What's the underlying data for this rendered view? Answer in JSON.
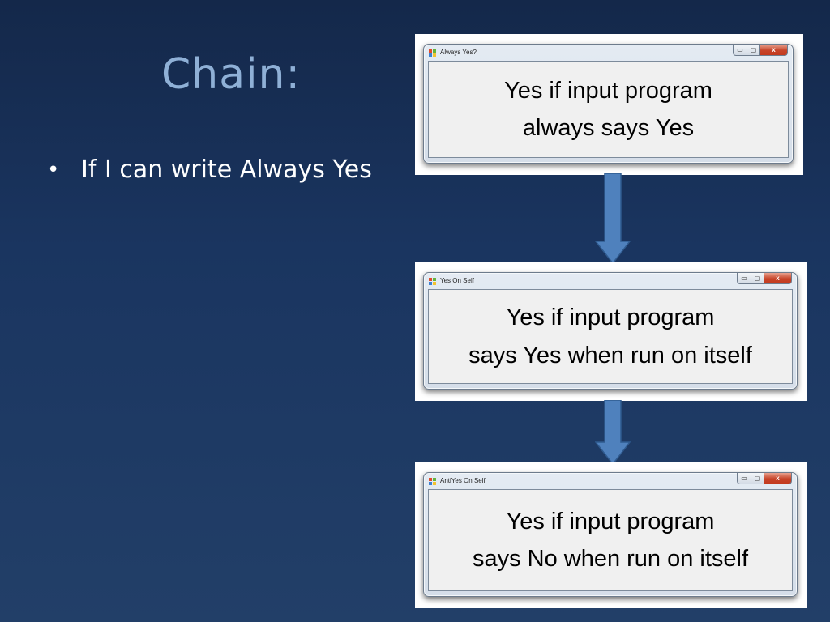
{
  "slide": {
    "title": "Chain:",
    "bullets": [
      {
        "marker": "•",
        "text": "If I can write Always Yes"
      }
    ]
  },
  "windows": [
    {
      "title": "Always Yes?",
      "line1": "Yes if input program",
      "line2": "always says Yes"
    },
    {
      "title": "Yes On Self",
      "line1": "Yes if input program",
      "line2": "says Yes when run on itself"
    },
    {
      "title": "AntiYes On Self",
      "line1": "Yes if input program",
      "line2": "says No when run on itself"
    }
  ],
  "window_controls": {
    "minimize_glyph": "▭",
    "maximize_glyph": "▢",
    "close_glyph": "x"
  },
  "colors": {
    "background_top": "#14284a",
    "background_bottom": "#223f68",
    "title_text": "#8fb0d6",
    "bullet_text": "#ffffff",
    "arrow_fill": "#4f81bd",
    "arrow_stroke": "#2f5a8e",
    "close_button": "#c7452a"
  },
  "icons": {
    "window_app": "windows-form-icon",
    "arrow": "down-arrow-icon"
  }
}
